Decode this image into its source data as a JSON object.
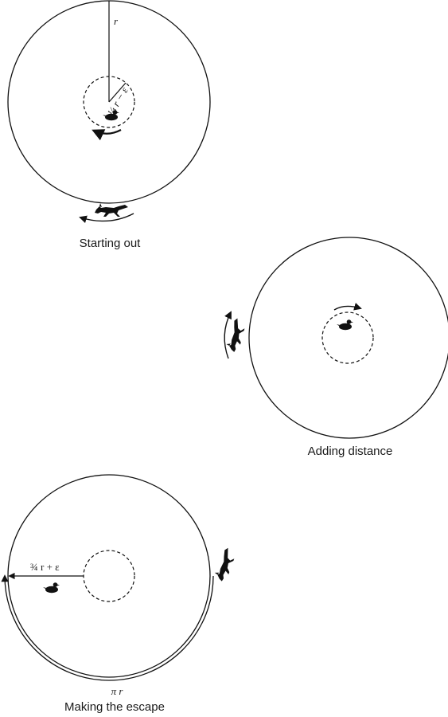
{
  "panels": [
    {
      "caption": "Starting out",
      "radius_label": "r",
      "inner_label": "¼ r − ε",
      "duck_icon": "duck-icon",
      "fox_icon": "fox-icon"
    },
    {
      "caption": "Adding distance",
      "duck_icon": "duck-icon",
      "fox_icon": "fox-icon"
    },
    {
      "caption": "Making the escape",
      "distance_label": "¾ r + ε",
      "arc_label": "π r",
      "duck_icon": "duck-icon",
      "fox_icon": "fox-icon"
    }
  ]
}
